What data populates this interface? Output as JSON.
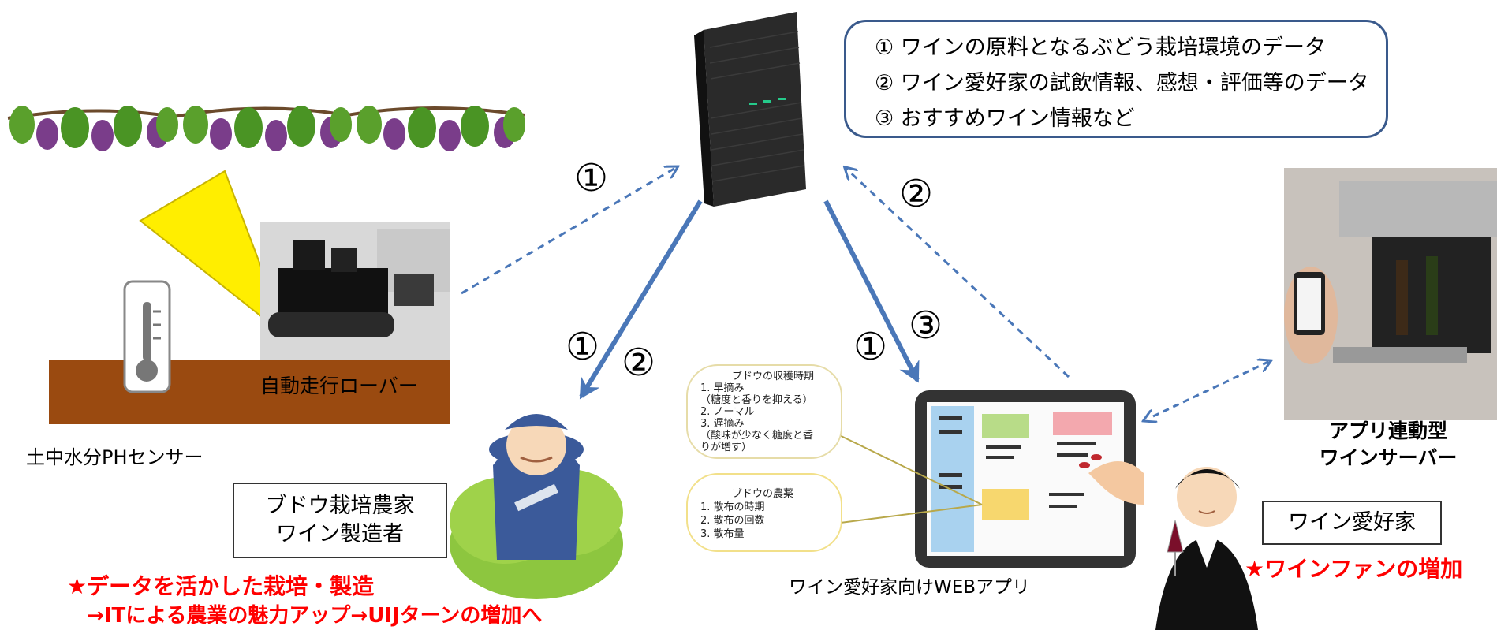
{
  "legend": {
    "line1": "① ワインの原料となるぶどう栽培環境のデータ",
    "line2": "② ワイン愛好家の試飲情報、感想・評価等のデータ",
    "line3": "③ おすすめワイン情報など"
  },
  "labels": {
    "rover": "自動走行ローバー",
    "sensor": "土中水分PHセンサー",
    "farmer_line1": "ブドウ栽培農家",
    "farmer_line2": "ワイン製造者",
    "farmer_benefit1": "★データを活かした栽培・製造",
    "farmer_benefit2": "→ITによる農業の魅力アップ→UIJターンの増加へ",
    "webapp": "ワイン愛好家向けWEBアプリ",
    "server_line1": "アプリ連動型",
    "server_line2": "ワインサーバー",
    "enthusiast": "ワイン愛好家",
    "enthusiast_benefit": "★ワインファンの増加"
  },
  "arrow_numbers": {
    "rover_to_server": "①",
    "app_to_server": "②",
    "to_farmer_a": "①",
    "to_farmer_b": "②",
    "to_app_a": "①",
    "to_app_b": "③"
  },
  "app_cards": {
    "card1": [
      "ブドウの収穫時期",
      "1. 早摘み",
      "（糖度と香りを抑える）",
      "2. ノーマル",
      "3. 遅摘み",
      "（酸味が少なく糖度と香",
      "りが増す）"
    ],
    "card2": [
      "ブドウの農薬",
      "1. 散布の時期",
      "2. 散布の回数",
      "3. 散布量"
    ]
  },
  "colors": {
    "arrow": "#4a77b8",
    "legend_border": "#3a5a8c",
    "soil": "#9a4a10",
    "warning_triangle": "#ffee00",
    "benefit_text": "#ff0000"
  }
}
